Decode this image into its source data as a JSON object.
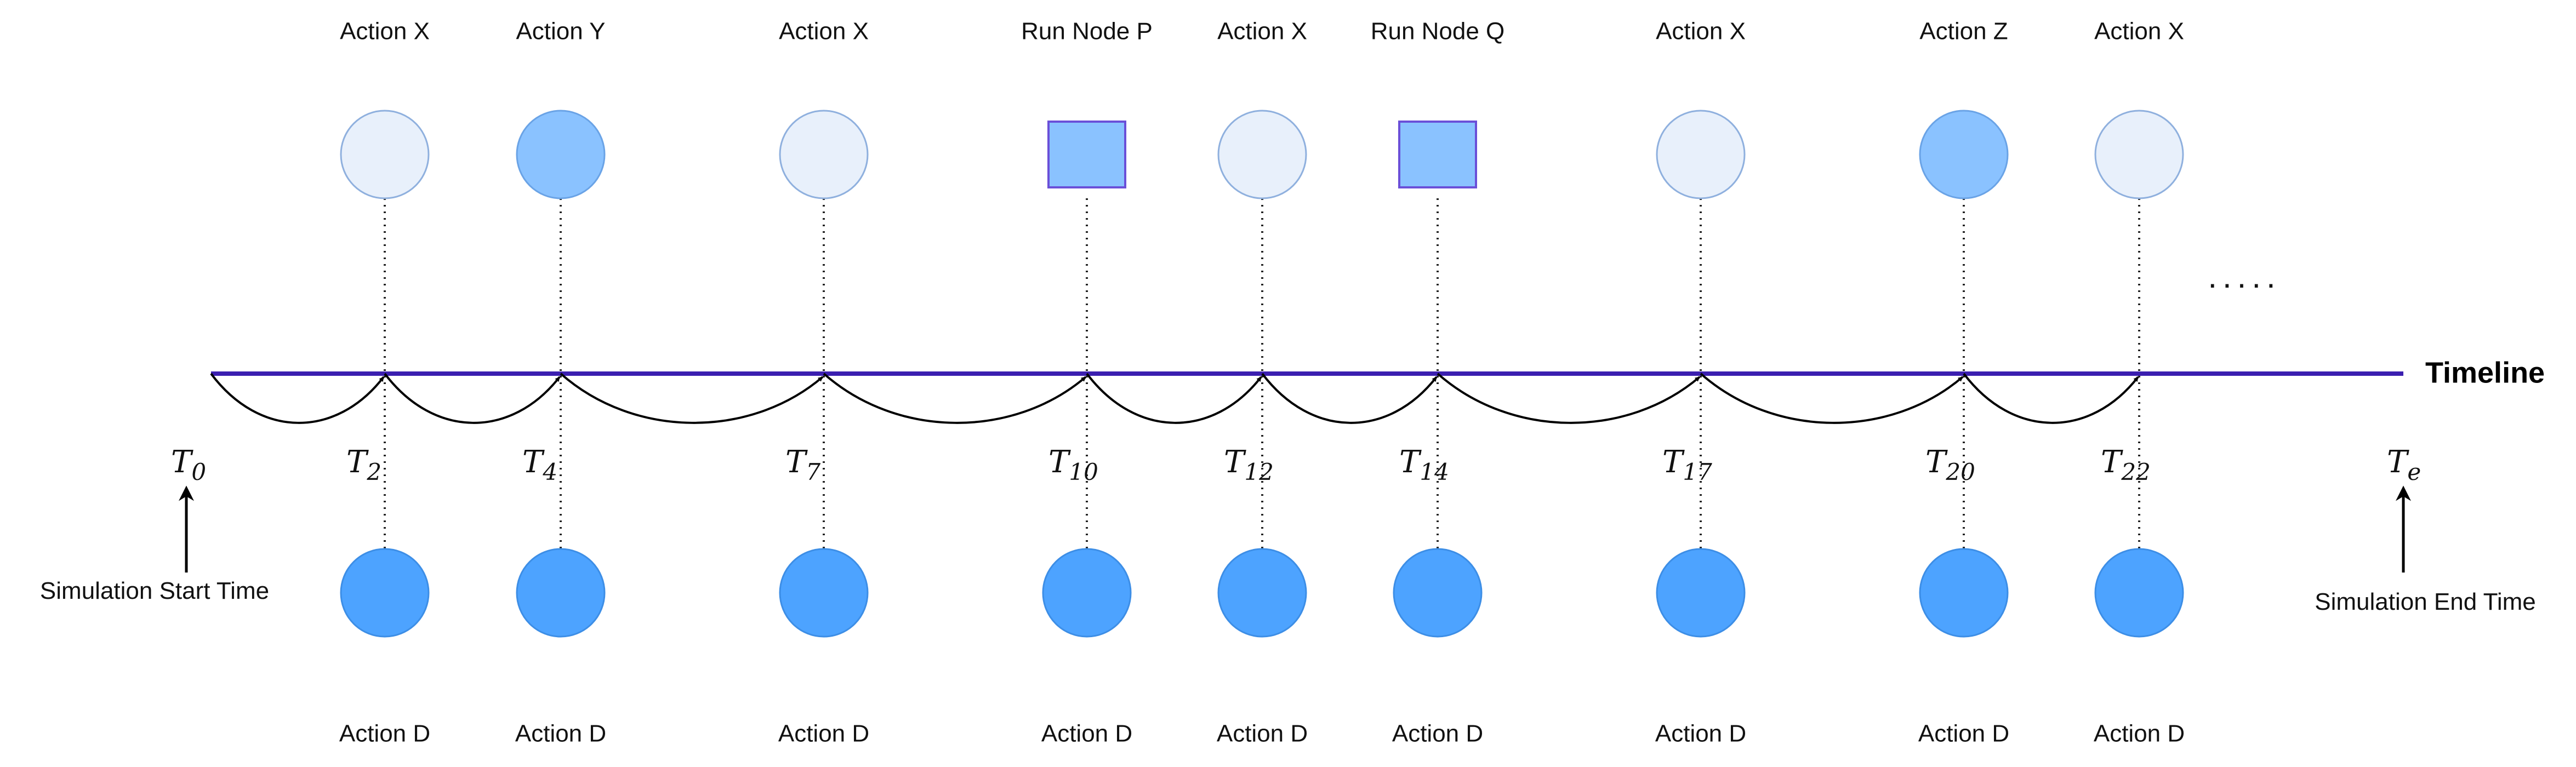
{
  "timeline_label": "Timeline",
  "ellipsis": ".....",
  "start": {
    "symbol": "T",
    "sub": "0",
    "caption": "Simulation Start Time"
  },
  "end": {
    "symbol": "T",
    "sub": "e",
    "caption": "Simulation End Time"
  },
  "colors": {
    "timeline": "#3b1fb0",
    "light_circle_fill": "#e8f0fb",
    "light_circle_stroke": "#8fb0de",
    "mid_fill": "#8ac2ff",
    "mid_stroke": "#6aa3e6",
    "square_stroke": "#6a4fd8",
    "dark_fill": "#4da3ff",
    "dark_stroke": "#3d8ee6"
  },
  "events": [
    {
      "top_label": "Action X",
      "top_shape": "circle",
      "top_style": "light",
      "t_symbol": "T",
      "t_sub": "2",
      "bottom_label": "Action D"
    },
    {
      "top_label": "Action Y",
      "top_shape": "circle",
      "top_style": "mid",
      "t_symbol": "T",
      "t_sub": "4",
      "bottom_label": "Action D"
    },
    {
      "top_label": "Action X",
      "top_shape": "circle",
      "top_style": "light",
      "t_symbol": "T",
      "t_sub": "7",
      "bottom_label": "Action D"
    },
    {
      "top_label": "Run Node P",
      "top_shape": "square",
      "top_style": "mid",
      "t_symbol": "T",
      "t_sub": "10",
      "bottom_label": "Action D"
    },
    {
      "top_label": "Action X",
      "top_shape": "circle",
      "top_style": "light",
      "t_symbol": "T",
      "t_sub": "12",
      "bottom_label": "Action D"
    },
    {
      "top_label": "Run Node Q",
      "top_shape": "square",
      "top_style": "mid",
      "t_symbol": "T",
      "t_sub": "14",
      "bottom_label": "Action D"
    },
    {
      "top_label": "Action X",
      "top_shape": "circle",
      "top_style": "light",
      "t_symbol": "T",
      "t_sub": "17",
      "bottom_label": "Action D"
    },
    {
      "top_label": "Action Z",
      "top_shape": "circle",
      "top_style": "mid",
      "t_symbol": "T",
      "t_sub": "20",
      "bottom_label": "Action D"
    },
    {
      "top_label": "Action X",
      "top_shape": "circle",
      "top_style": "light",
      "t_symbol": "T",
      "t_sub": "22",
      "bottom_label": "Action D"
    }
  ]
}
